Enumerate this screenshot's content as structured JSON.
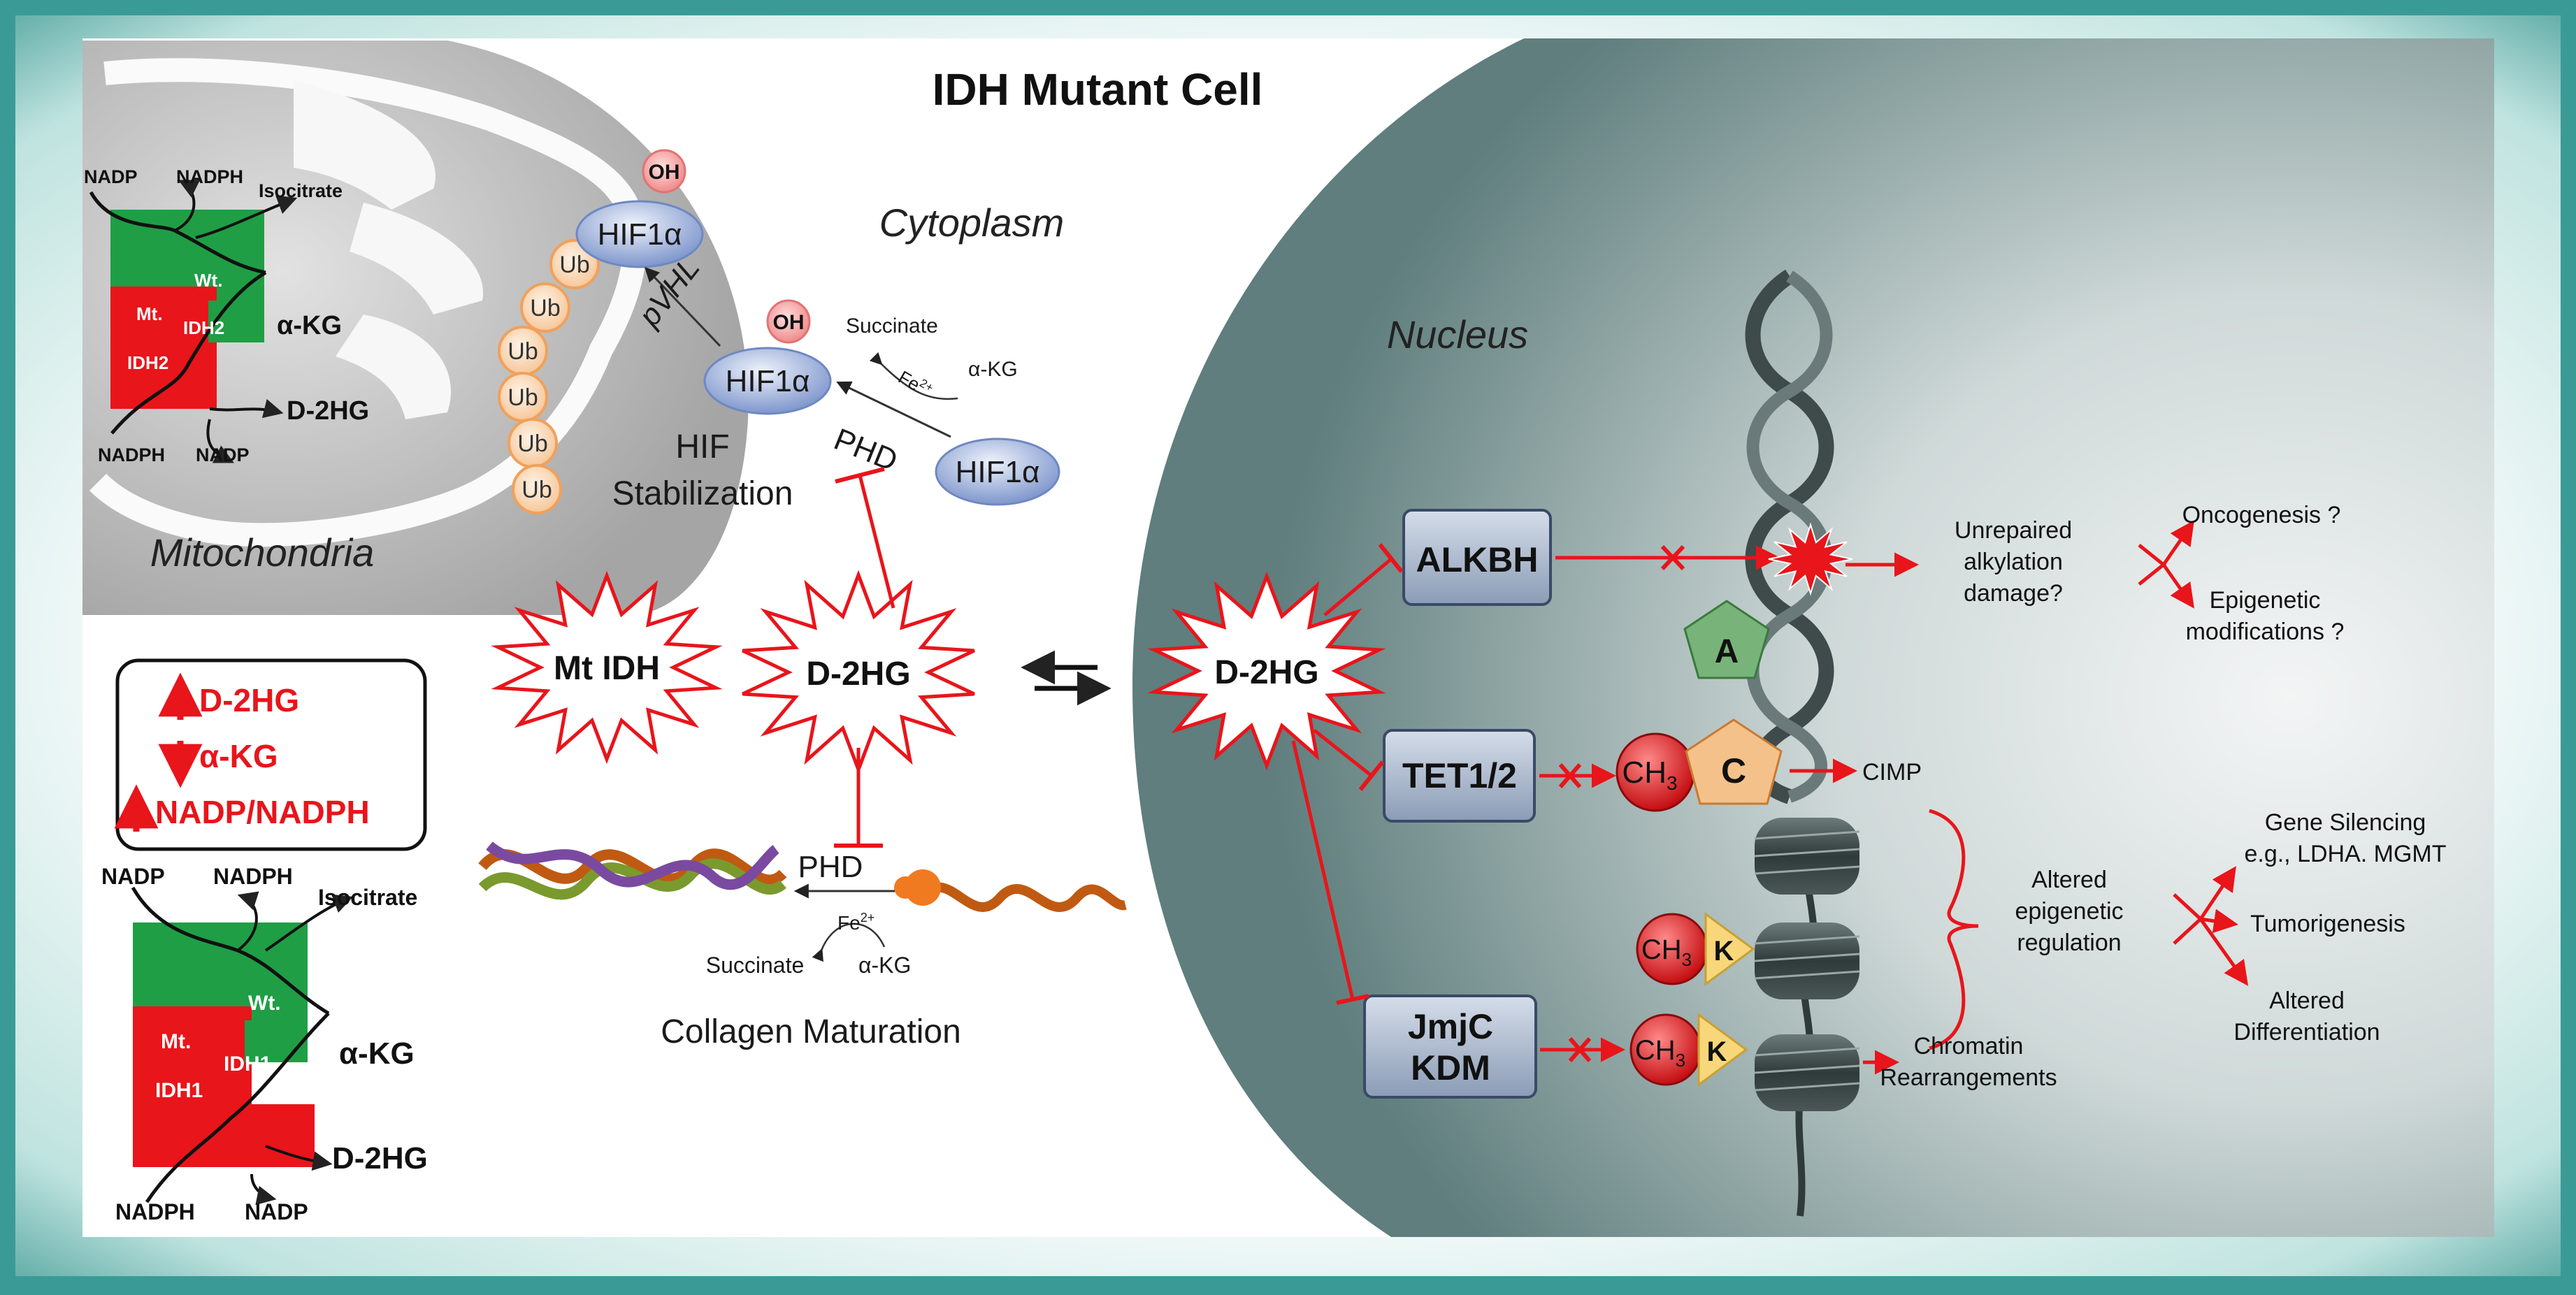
{
  "title": "IDH Mutant Cell",
  "compartments": {
    "cytoplasm": "Cytoplasm",
    "nucleus": "Nucleus",
    "mitochondria": "Mitochondria"
  },
  "mito_reaction": {
    "nadp_in": "NADP",
    "nadph_out": "NADPH",
    "isocitrate": "Isocitrate",
    "wt": "Wt.",
    "mt": "Mt.",
    "enzyme": "IDH2",
    "akg": "α-KG",
    "d2hg": "D-2HG",
    "nadph_in": "NADPH",
    "nadp_out": "NADP"
  },
  "cyto_reaction": {
    "nadp_in": "NADP",
    "nadph_out": "NADPH",
    "isocitrate": "Isocitrate",
    "wt": "Wt.",
    "mt": "Mt.",
    "enzyme": "IDH1",
    "akg": "α-KG",
    "d2hg": "D-2HG",
    "nadph_in": "NADPH",
    "nadp_out": "NADP"
  },
  "metabolite_box": {
    "rows": [
      "D-2HG",
      "α-KG",
      "NADP/NADPH"
    ]
  },
  "hif": {
    "protein": "HIF1α",
    "oh": "OH",
    "ub": "Ub",
    "pvhl": "pVHL",
    "phd": "PHD",
    "succinate": "Succinate",
    "fe": "Fe",
    "fe_sup": "2+",
    "akg": "α-KG",
    "label_line1": "HIF",
    "label_line2": "Stabilization"
  },
  "collagen": {
    "phd": "PHD",
    "fe": "Fe",
    "fe_sup": "2+",
    "succinate": "Succinate",
    "akg": "α-KG",
    "label": "Collagen Maturation"
  },
  "stars": {
    "mt_idh": "Mt IDH",
    "d2hg_cyto": "D-2HG",
    "d2hg_nuc": "D-2HG"
  },
  "enzymes": {
    "alkbh": "ALKBH",
    "tet": "TET1/2",
    "jmjc_line1": "JmjC",
    "jmjc_line2": "KDM"
  },
  "marks": {
    "ch3": "CH",
    "ch3_sub": "3",
    "a": "A",
    "c": "C",
    "k": "K"
  },
  "outcomes": {
    "unrepaired": [
      "Unrepaired",
      "alkylation",
      "damage?"
    ],
    "oncogenesis": "Oncogenesis ?",
    "epigenetic_mod": [
      "Epigenetic",
      "modifications ?"
    ],
    "cimp": "CIMP",
    "altered_reg": [
      "Altered",
      "epigenetic",
      "regulation"
    ],
    "chromatin": [
      "Chromatin",
      "Rearrangements"
    ],
    "gene_silencing": [
      "Gene Silencing",
      "e.g., LDHA. MGMT"
    ],
    "tumorigenesis": "Tumorigenesis",
    "altered_diff": [
      "Altered",
      "Differentiation"
    ]
  },
  "colors": {
    "frame": "#3a9b96",
    "red": "#e8151b",
    "green": "#1f9e45",
    "hif_blue": "#8da4d4",
    "ub_orange": "#f0a15c",
    "nucleus": "#5c7d7c",
    "enzyme_box": "#a9b8cc"
  }
}
